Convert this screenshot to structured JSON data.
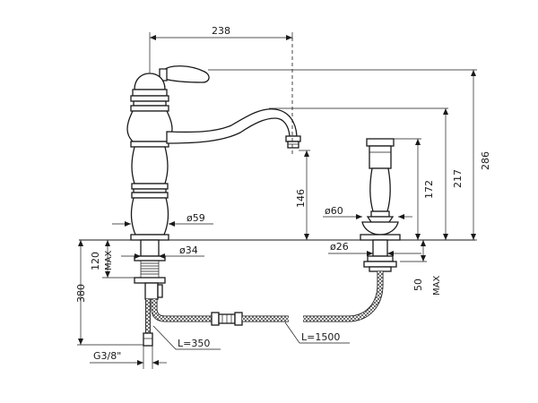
{
  "dimensions": {
    "spout_reach": "238",
    "total_height": "286",
    "spout_height": "217",
    "spray_height": "172",
    "spout_outlet": "146",
    "base_diameter": "ø59",
    "shank_diameter": "ø34",
    "spray_base_diameter": "ø60",
    "spray_shank_diameter": "ø26",
    "shank_length": "120",
    "shank_length_note": "MAX",
    "deck_thickness": "50",
    "deck_thickness_note": "MAX",
    "supply_length": "380",
    "supply_hose": "L=350",
    "spray_hose": "L=1500",
    "connection": "G3/8\""
  }
}
